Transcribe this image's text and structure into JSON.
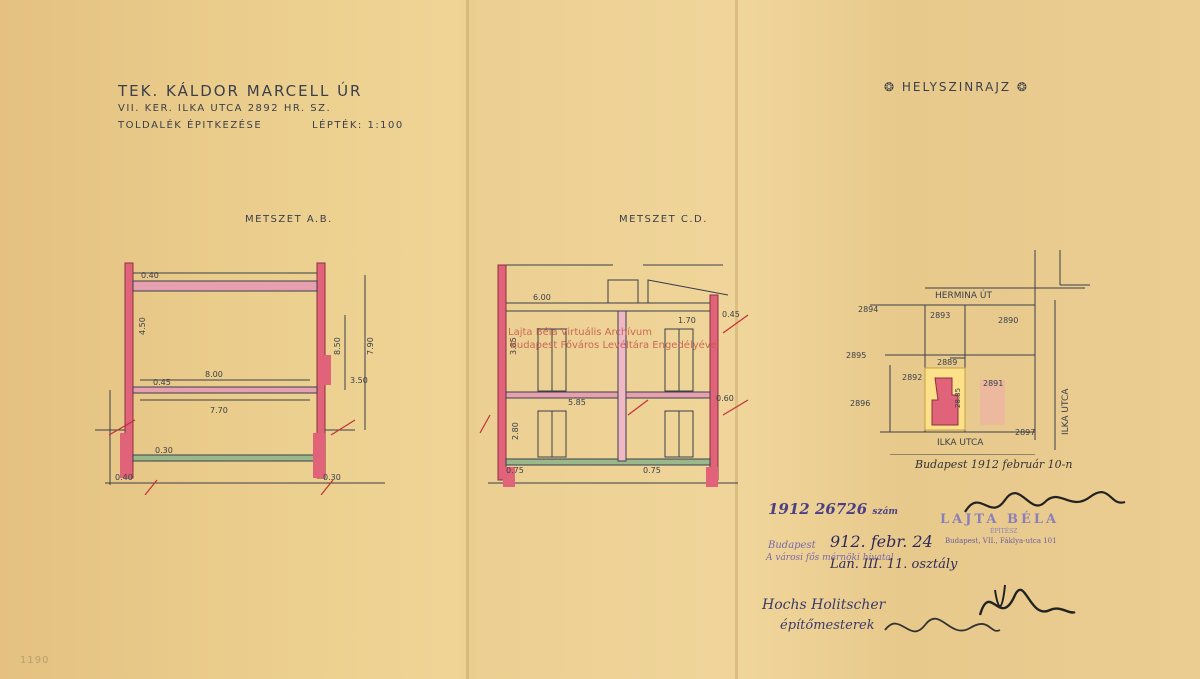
{
  "header": {
    "line1": "TEK. KÁLDOR MARCELL ÚR",
    "line2": "VII. KER. ILKA UTCA 2892 HR. SZ.",
    "line3": "TOLDALÉK ÉPITKEZÉSE",
    "scale": "LÉPTÉK: 1:100",
    "site_plan_title": "HELYSZINRAJZ"
  },
  "sections": {
    "ab_title": "METSZET A.B.",
    "cd_title": "METSZET C.D.",
    "ab_dims": [
      "0.40",
      "4.50",
      "8.50",
      "7.90",
      "8.00",
      "3.50",
      "0.45",
      "7.70",
      "0.30",
      "0.40",
      "0.30"
    ],
    "cd_dims": [
      "6.00",
      "1.70",
      "0.45",
      "3.85",
      "5.85",
      "2.80",
      "0.60",
      "0.75",
      "0.75"
    ]
  },
  "site_plan": {
    "street_top": "HERMINA ÚT",
    "street_bottom": "ILKA UTCA",
    "street_right": "ILKA UTCA",
    "parcels": [
      "2894",
      "2893",
      "2890",
      "2895",
      "2896",
      "2889",
      "2892",
      "2891",
      "2897",
      "28.85"
    ]
  },
  "annotations": {
    "date_note": "Budapest 1912 február 10-n",
    "archive_watermark_1": "Lajta Béla Virtuális Archívum",
    "archive_watermark_2": "Budapest Főváros Levéltára Engedélyével",
    "reg_number": "1912 26726",
    "reg_suffix": "szám",
    "budapest_label": "Budapest",
    "stamp_date": "912. febr. 24",
    "stamp_line": "A városi fős mérnöki hivatal",
    "stamp_note": "Lan. III. 11. osztály",
    "architect_stamp": "LAJTA BÉLA",
    "architect_title": "ÉPÍTÉSZ",
    "architect_address": "Budapest, VII., Fáklya-utca 101",
    "builder_line1": "Hochs Holitscher",
    "builder_line2": "építőmesterek",
    "corner_number": "1190"
  },
  "colors": {
    "paper": "#ecd08f",
    "ink": "#3a3f4a",
    "section_pink": "#e0637a",
    "stamp_violet": "#7a6aa8",
    "watermark_red": "#c2574a"
  }
}
